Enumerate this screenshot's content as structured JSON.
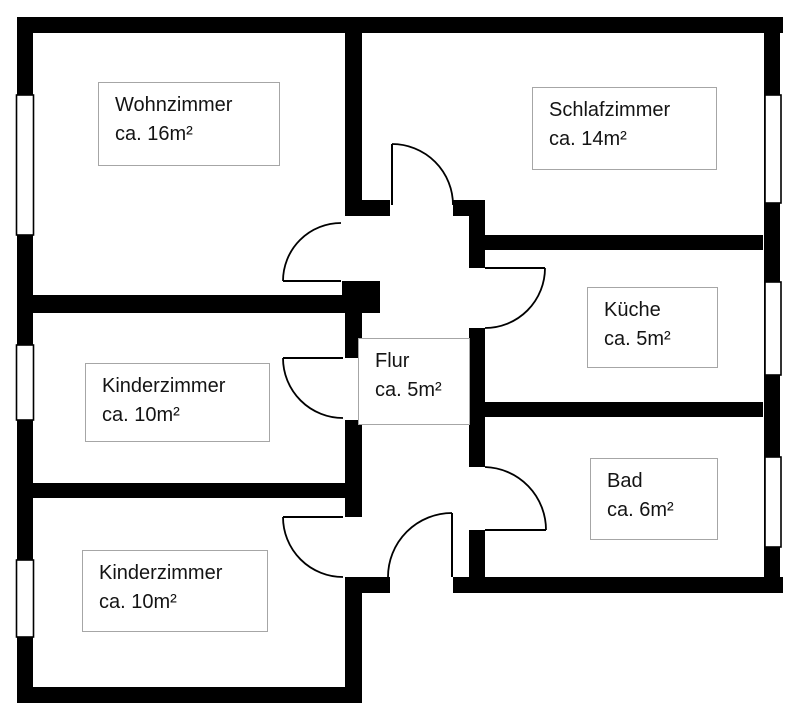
{
  "rooms": [
    {
      "name": "Wohnzimmer",
      "area": "ca. 16m²"
    },
    {
      "name": "Schlafzimmer",
      "area": "ca. 14m²"
    },
    {
      "name": "Küche",
      "area": "ca. 5m²"
    },
    {
      "name": "Kinderzimmer",
      "area": "ca. 10m²"
    },
    {
      "name": "Flur",
      "area": "ca. 5m²"
    },
    {
      "name": "Bad",
      "area": "ca. 6m²"
    },
    {
      "name": "Kinderzimmer",
      "area": "ca. 10m²"
    }
  ],
  "colors": {
    "wall": "#000000",
    "background": "#ffffff",
    "label_border": "#a6a6a6",
    "text": "#141414"
  }
}
